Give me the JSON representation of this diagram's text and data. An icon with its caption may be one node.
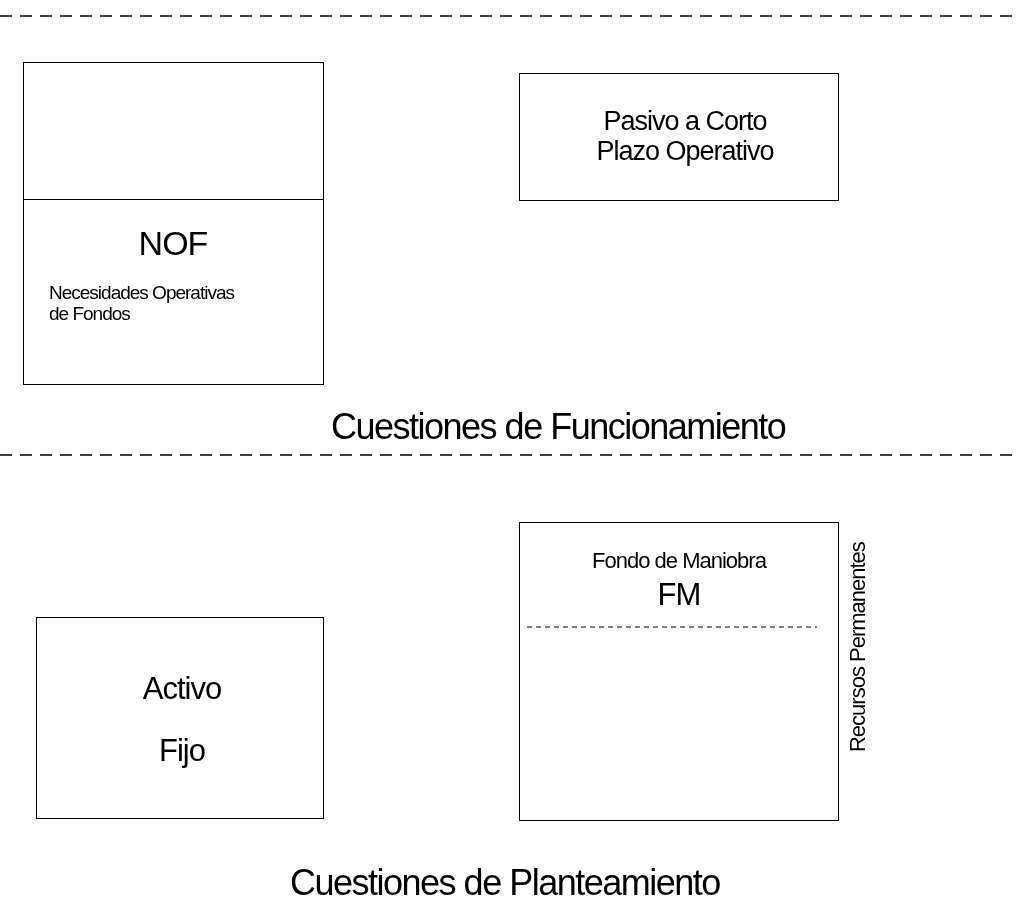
{
  "diagram": {
    "nodes": [
      {
        "text": [],
        "shape": "box"
      },
      {
        "text": [
          "NOF",
          "Necesidades Operativas de Fondos"
        ]
      },
      {
        "text": [
          "Pasivo a Corto Plazo Operativo"
        ]
      },
      {
        "text": [
          "Activo Fijo"
        ]
      },
      {
        "text": [
          "Fondo de Maniobra",
          "FM"
        ],
        "beside": [
          "Recursos Permanentes"
        ]
      }
    ],
    "edges": [],
    "labels": [
      "Cuestiones de Funcionamiento",
      "Cuestiones de Planteamiento"
    ]
  }
}
